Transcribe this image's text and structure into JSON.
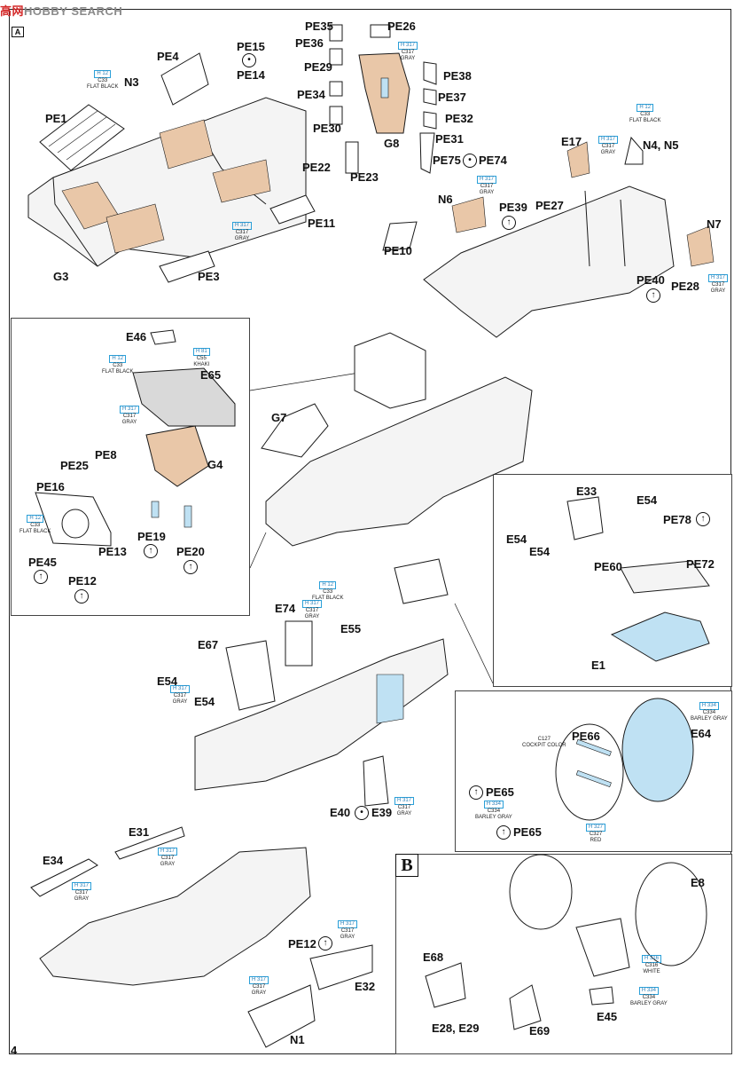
{
  "header": {
    "brand_red": "高网",
    "brand_gray": "HOBBY SEARCH",
    "corner_badge": "A"
  },
  "page_number": "4",
  "inset_b_label": "B",
  "labels": {
    "pe35": "PE35",
    "pe26": "PE26",
    "pe36": "PE36",
    "pe29": "PE29",
    "pe38": "PE38",
    "pe34": "PE34",
    "pe37": "PE37",
    "pe32": "PE32",
    "pe30": "PE30",
    "pe31": "PE31",
    "g8": "G8",
    "pe23": "PE23",
    "pe75": "PE75",
    "pe74": "PE74",
    "pe22": "PE22",
    "pe4": "PE4",
    "pe15": "PE15",
    "pe14": "PE14",
    "n3": "N3",
    "pe1": "PE1",
    "pe11": "PE11",
    "g3": "G3",
    "pe3": "PE3",
    "e17": "E17",
    "n4n5": "N4, N5",
    "n6": "N6",
    "pe27": "PE27",
    "pe39": "PE39",
    "pe10": "PE10",
    "n7": "N7",
    "pe40": "PE40",
    "pe28": "PE28",
    "e46": "E46",
    "e65": "E65",
    "pe8": "PE8",
    "pe25": "PE25",
    "g4": "G4",
    "pe16": "PE16",
    "pe13": "PE13",
    "pe19": "PE19",
    "pe20": "PE20",
    "pe45": "PE45",
    "pe12a": "PE12",
    "g7": "G7",
    "e33": "E33",
    "e54a": "E54",
    "pe78": "PE78",
    "e54b": "E54",
    "e54c": "E54",
    "pe60": "PE60",
    "pe72": "PE72",
    "e1": "E1",
    "e74": "E74",
    "e55": "E55",
    "e67": "E67",
    "e54d": "E54",
    "e54e": "E54",
    "e40": "E40",
    "e39": "E39",
    "pe66": "PE66",
    "e64": "E64",
    "pe65a": "PE65",
    "pe65b": "PE65",
    "e31": "E31",
    "e34": "E34",
    "pe12b": "PE12",
    "e32": "E32",
    "n1": "N1",
    "e8": "E8",
    "e68": "E68",
    "e28e29": "E28, E29",
    "e69": "E69",
    "e45": "E45"
  },
  "color_callouts": [
    {
      "id": "c_n3",
      "h": "H 12",
      "c": "C33",
      "name": "FLAT BLACK"
    },
    {
      "id": "c_g8",
      "h": "H 317",
      "c": "C317",
      "name": "GRAY"
    },
    {
      "id": "c_pe11",
      "h": "H 317",
      "c": "C317",
      "name": "GRAY"
    },
    {
      "id": "c_n4",
      "h": "H 12",
      "c": "C33",
      "name": "FLAT BLACK"
    },
    {
      "id": "c_e17",
      "h": "H 317",
      "c": "C317",
      "name": "GRAY"
    },
    {
      "id": "c_n6",
      "h": "H 317",
      "c": "C317",
      "name": "GRAY"
    },
    {
      "id": "c_n7",
      "h": "H 317",
      "c": "C317",
      "name": "GRAY"
    },
    {
      "id": "c_e46",
      "h": "H 12",
      "c": "C33",
      "name": "FLAT BLACK"
    },
    {
      "id": "c_e65",
      "h": "H 81",
      "c": "C55",
      "name": "KHAKI"
    },
    {
      "id": "c_pe8",
      "h": "H 317",
      "c": "C317",
      "name": "GRAY"
    },
    {
      "id": "c_pe16",
      "h": "H 12",
      "c": "C33",
      "name": "FLAT BLACK"
    },
    {
      "id": "c_e55a",
      "h": "H 12",
      "c": "C33",
      "name": "FLAT BLACK"
    },
    {
      "id": "c_e55b",
      "h": "H 317",
      "c": "C317",
      "name": "GRAY"
    },
    {
      "id": "c_e67",
      "h": "H 317",
      "c": "C317",
      "name": "GRAY"
    },
    {
      "id": "c_e39",
      "h": "H 317",
      "c": "C317",
      "name": "GRAY"
    },
    {
      "id": "c_e64",
      "h": "H 334",
      "c": "C334",
      "name": "BARLEY GRAY"
    },
    {
      "id": "c_pe66",
      "h": "",
      "c": "C127",
      "name": "COCKPIT COLOR"
    },
    {
      "id": "c_pe65",
      "h": "H 334",
      "c": "C334",
      "name": "BARLEY GRAY"
    },
    {
      "id": "c_red",
      "h": "H 327",
      "c": "C327",
      "name": "RED"
    },
    {
      "id": "c_e31",
      "h": "H 317",
      "c": "C317",
      "name": "GRAY"
    },
    {
      "id": "c_e34",
      "h": "H 317",
      "c": "C317",
      "name": "GRAY"
    },
    {
      "id": "c_e32",
      "h": "H 317",
      "c": "C317",
      "name": "GRAY"
    },
    {
      "id": "c_n1",
      "h": "H 317",
      "c": "C317",
      "name": "GRAY"
    },
    {
      "id": "c_e8",
      "h": "H 316",
      "c": "C316",
      "name": "WHITE"
    },
    {
      "id": "c_e45",
      "h": "H 334",
      "c": "C334",
      "name": "BARLEY GRAY"
    }
  ],
  "colors": {
    "photo_etch": "#e9c7a8",
    "clear_part": "#bfe1f3",
    "line": "#1a1a1a",
    "callout_border": "#2a9fd8"
  }
}
